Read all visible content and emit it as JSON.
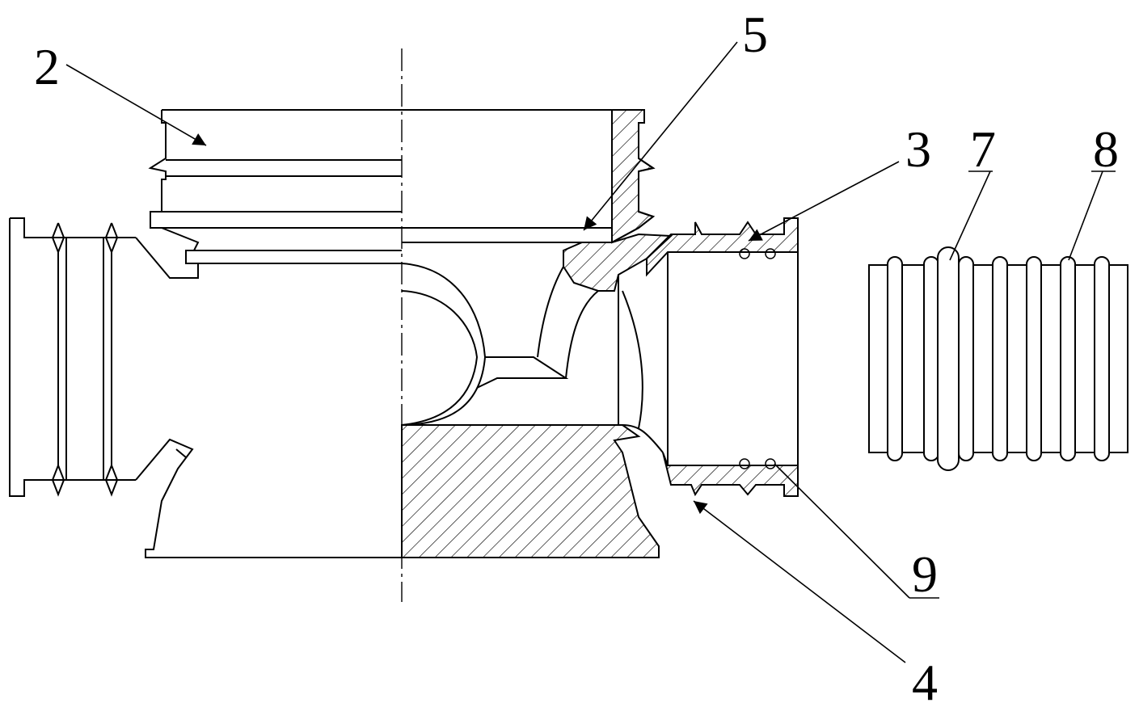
{
  "figure": {
    "labels": [
      {
        "id": "2",
        "text": "2"
      },
      {
        "id": "5",
        "text": "5"
      },
      {
        "id": "3",
        "text": "3"
      },
      {
        "id": "7",
        "text": "7"
      },
      {
        "id": "8",
        "text": "8"
      },
      {
        "id": "9",
        "text": "9"
      },
      {
        "id": "4",
        "text": "4"
      }
    ],
    "line_color": "#000000",
    "background": "#ffffff"
  }
}
